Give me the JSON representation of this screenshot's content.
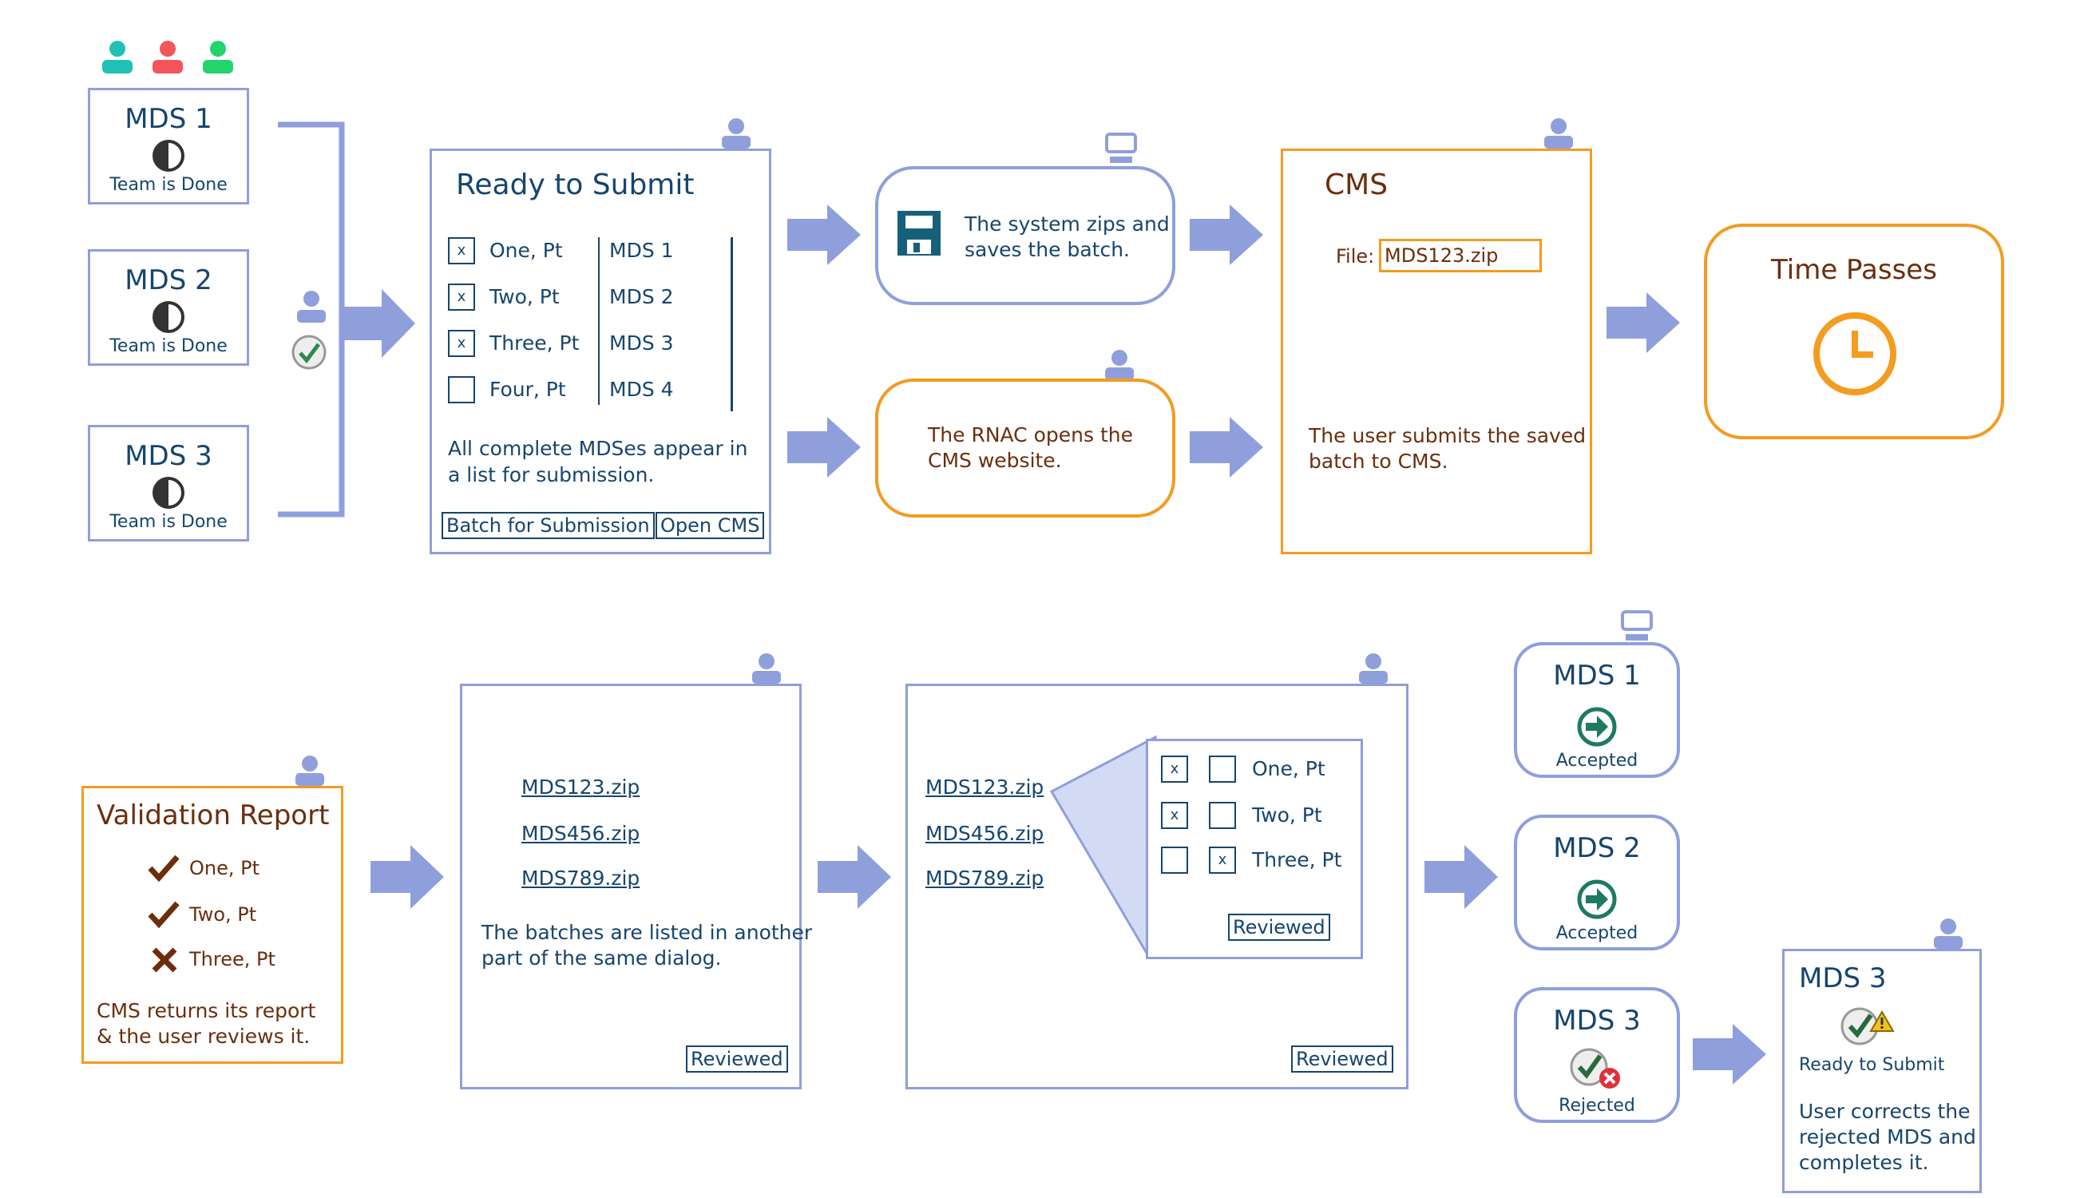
{
  "mds_done": [
    {
      "title": "MDS 1",
      "status": "Team is Done"
    },
    {
      "title": "MDS 2",
      "status": "Team is Done"
    },
    {
      "title": "MDS 3",
      "status": "Team is Done"
    }
  ],
  "ready": {
    "title": "Ready to Submit",
    "residents": [
      "One, Pt",
      "Two, Pt",
      "Three, Pt",
      "Four, Pt"
    ],
    "checks": [
      "x",
      "x",
      "x",
      ""
    ],
    "mds": [
      "MDS 1",
      "MDS 2",
      "MDS 3",
      "MDS 4"
    ],
    "note_line1": "All complete MDSes appear in",
    "note_line2": "a list for submission.",
    "batch_button": "Batch for Submission",
    "open_button": "Open CMS"
  },
  "system_zip": {
    "line1": "The system zips and",
    "line2": "saves the batch."
  },
  "rnac_opens": {
    "line1": "The RNAC opens the",
    "line2": "CMS website."
  },
  "cms": {
    "title": "CMS",
    "file_label": "File:",
    "file_value": "MDS123.zip",
    "line1": "The user submits the saved",
    "line2": "batch to CMS."
  },
  "time_passes": {
    "title": "Time Passes"
  },
  "validation": {
    "title": "Validation Report",
    "items": [
      {
        "label": "One, Pt",
        "result": "pass"
      },
      {
        "label": "Two, Pt",
        "result": "pass"
      },
      {
        "label": "Three, Pt",
        "result": "fail"
      }
    ],
    "line1": "CMS returns its report",
    "line2": "& the user reviews it."
  },
  "batches": {
    "files": [
      "MDS123.zip",
      "MDS456.zip",
      "MDS789.zip"
    ],
    "line1": "The batches are listed in another",
    "line2": "part of the same dialog.",
    "reviewed_button": "Reviewed"
  },
  "detail": {
    "files": [
      "MDS123.zip",
      "MDS456.zip",
      "MDS789.zip"
    ],
    "rows": [
      {
        "a": "x",
        "b": "",
        "label": "One, Pt"
      },
      {
        "a": "x",
        "b": "",
        "label": "Two, Pt"
      },
      {
        "a": "",
        "b": "x",
        "label": "Three, Pt"
      }
    ],
    "popup_reviewed": "Reviewed",
    "reviewed_button": "Reviewed"
  },
  "results": [
    {
      "title": "MDS 1",
      "status": "Accepted"
    },
    {
      "title": "MDS 2",
      "status": "Accepted"
    },
    {
      "title": "MDS 3",
      "status": "Rejected"
    }
  ],
  "final": {
    "title": "MDS 3",
    "status": "Ready to Submit",
    "line1": "User corrects the",
    "line2": "rejected MDS and",
    "line3": "completes it."
  },
  "colors": {
    "blue_border": "#8f9fdc",
    "orange_border": "#f39c1f",
    "arrow": "#8f9fdc",
    "navy_text": "#16456e",
    "brown_text": "#6b2e0c",
    "user_teal": "#1fc2b5",
    "user_red": "#f2555a",
    "user_green": "#22d46b"
  }
}
